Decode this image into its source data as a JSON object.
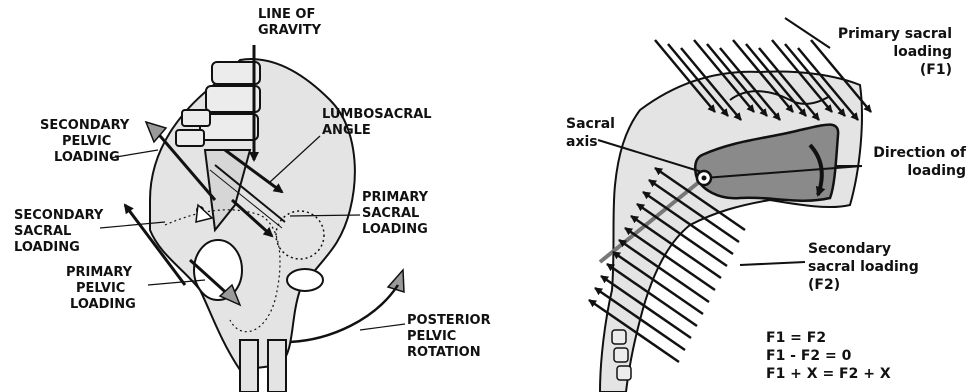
{
  "left_panel": {
    "labels": {
      "line_of_gravity": [
        "LINE OF",
        "GRAVITY"
      ],
      "lumbosacral_angle": [
        "LUMBOSACRAL",
        "ANGLE"
      ],
      "secondary_pelvic_loading": [
        "SECONDARY",
        "PELVIC",
        "LOADING"
      ],
      "secondary_sacral_loading": [
        "SECONDARY",
        "SACRAL",
        "LOADING"
      ],
      "primary_sacral_loading": [
        "PRIMARY",
        "SACRAL",
        "LOADING"
      ],
      "primary_pelvic_loading": [
        "PRIMARY",
        "PELVIC",
        "LOADING"
      ],
      "posterior_pelvic_rotation": [
        "POSTERIOR",
        "PELVIC",
        "ROTATION"
      ]
    }
  },
  "right_panel": {
    "labels": {
      "primary_sacral_loading": [
        "Primary sacral",
        "loading",
        "(F1)"
      ],
      "sacral_axis": [
        "Sacral",
        "axis"
      ],
      "direction_of_loading": [
        "Direction of",
        "loading"
      ],
      "secondary_sacral_loading": [
        "Secondary",
        "sacral loading",
        "(F2)"
      ]
    },
    "equations": [
      "F1 = F2",
      "F1 - F2 = 0",
      "F1 + X = F2 + X"
    ]
  },
  "colors": {
    "bone_fill": "#e4e4e4",
    "sacrum_dark": "#8a8a8a",
    "outline": "#111111",
    "hollow_arrow": "#9a9a9a"
  }
}
